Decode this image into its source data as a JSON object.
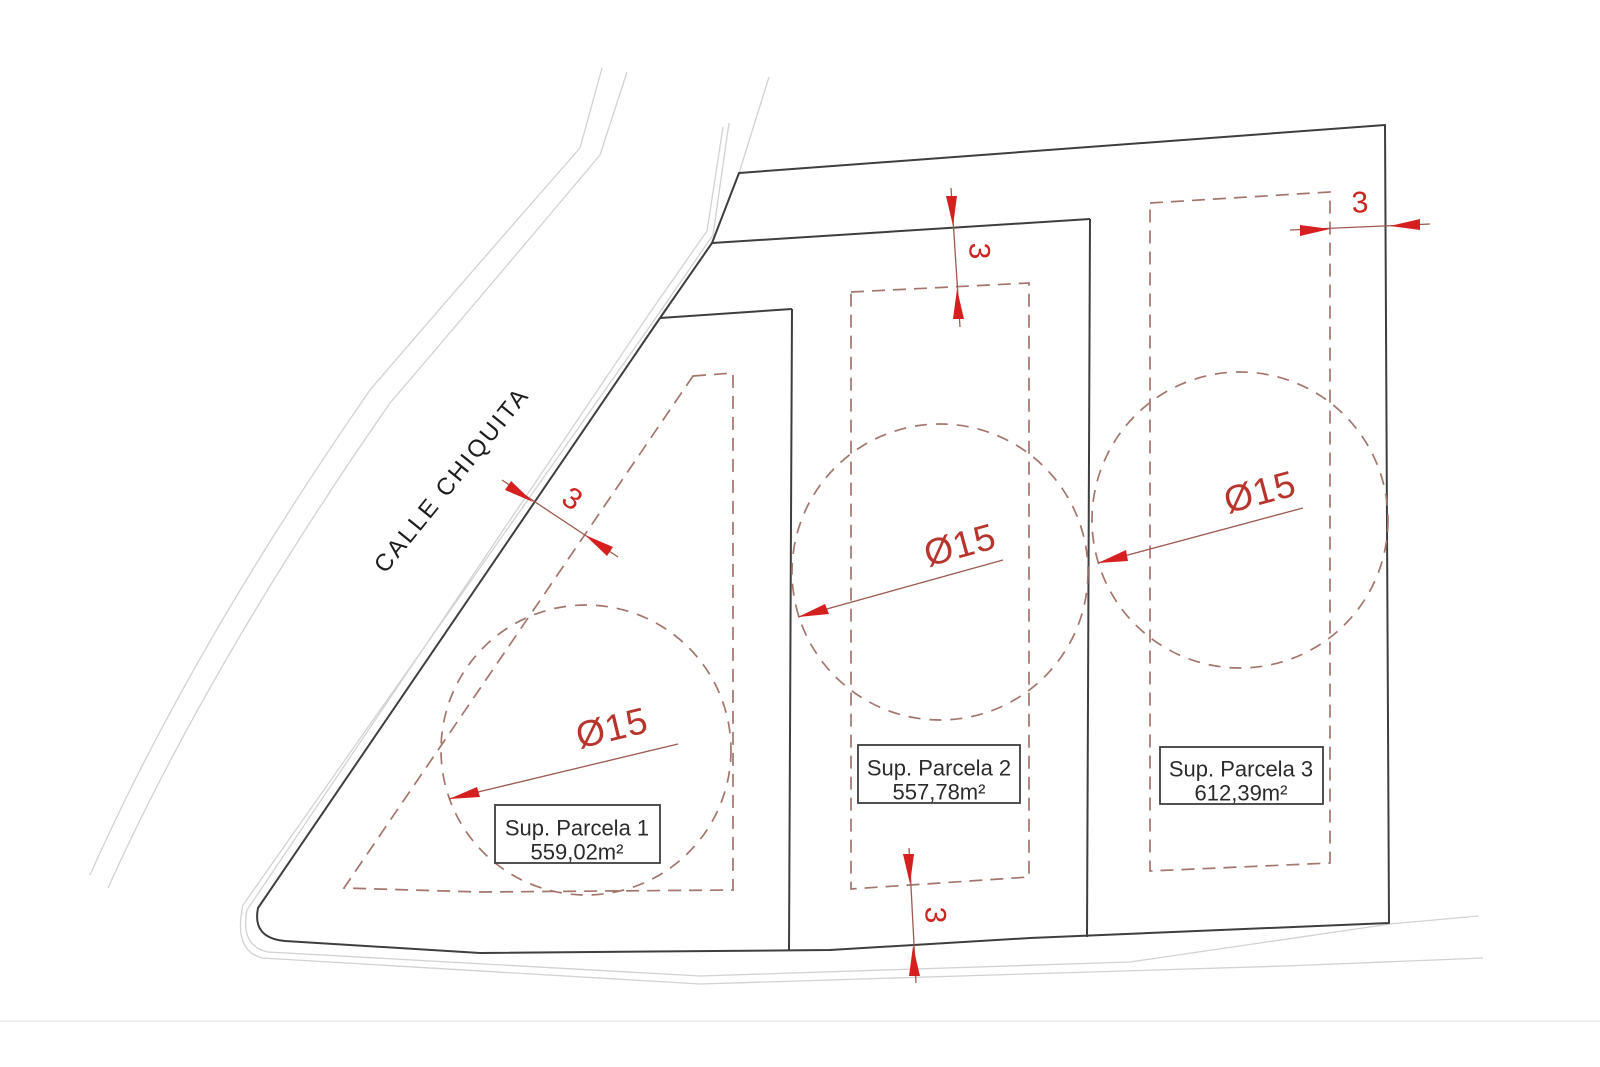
{
  "drawing": {
    "street": {
      "label": "CALLE CHIQUITA"
    },
    "parcels": [
      {
        "name": "Sup. Parcela 1",
        "area": "559,02m²",
        "diameter": "Ø15"
      },
      {
        "name": "Sup. Parcela 2",
        "area": "557,78m²",
        "diameter": "Ø15"
      },
      {
        "name": "Sup. Parcela 3",
        "area": "612,39m²",
        "diameter": "Ø15"
      }
    ],
    "dimensions": {
      "street_setback": {
        "value": "3"
      },
      "top_setback": {
        "value": "3"
      },
      "right_setback": {
        "value": "3"
      },
      "bottom_setback": {
        "value": "3"
      }
    },
    "colors": {
      "parcel_outline": "#3e3e3e",
      "setback_dashed": "#a3766d",
      "dimension_line": "#9c5a50",
      "dimension_arrow": "#d62020",
      "dimension_text": "#cc2420",
      "diameter_text": "#b8352e",
      "road_line": "#d2d2d2",
      "background": "#ffffff"
    }
  }
}
